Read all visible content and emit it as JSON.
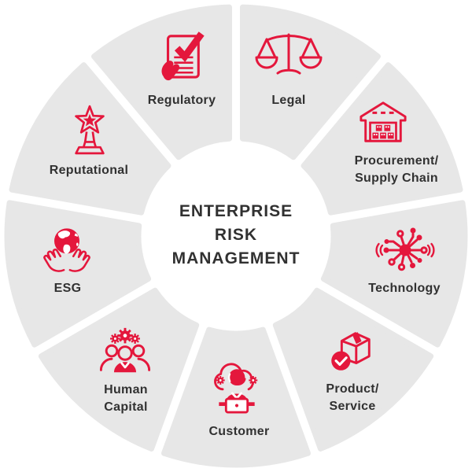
{
  "colors": {
    "accent": "#e4173c",
    "segment_bg": "#e7e7e7",
    "text": "#313131",
    "background": "#ffffff"
  },
  "center": {
    "title": "ENTERPRISE\nRISK\nMANAGEMENT"
  },
  "segments": [
    {
      "label": "Regulatory",
      "icon": "document-check-icon"
    },
    {
      "label": "Legal",
      "icon": "scales-icon"
    },
    {
      "label": "Procurement/\nSupply Chain",
      "icon": "warehouse-icon"
    },
    {
      "label": "Technology",
      "icon": "network-nodes-icon"
    },
    {
      "label": "Product/\nService",
      "icon": "package-check-icon"
    },
    {
      "label": "Customer",
      "icon": "support-agent-cloud-icon"
    },
    {
      "label": "Human\nCapital",
      "icon": "team-gears-icon"
    },
    {
      "label": "ESG",
      "icon": "hands-globe-icon"
    },
    {
      "label": "Reputational",
      "icon": "star-trophy-icon"
    }
  ]
}
